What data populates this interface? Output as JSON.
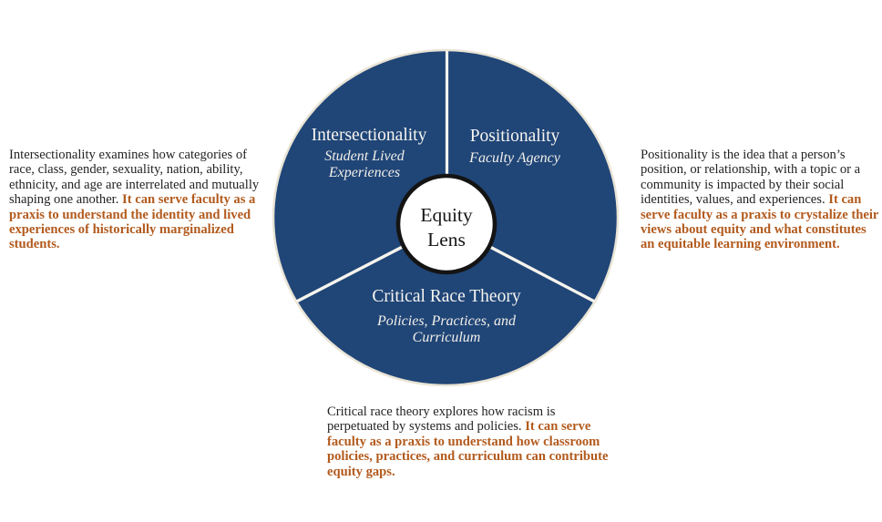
{
  "diagram": {
    "center": {
      "line1": "Equity",
      "line2": "Lens"
    },
    "segments": [
      {
        "id": "intersectionality",
        "title": "Intersectionality",
        "subtitle_lines": [
          "Student Lived",
          "Experiences"
        ]
      },
      {
        "id": "positionality",
        "title": "Positionality",
        "subtitle_lines": [
          "Faculty Agency"
        ]
      },
      {
        "id": "critical-race-theory",
        "title": "Critical Race Theory",
        "subtitle_lines": [
          "Policies, Practices, and",
          "Curriculum"
        ]
      }
    ],
    "colors": {
      "wedge_blue": "#204577",
      "divider": "#f6f4ed",
      "halo": "#e9e4d5",
      "hub_fill": "#ffffff",
      "hub_stroke": "#141414"
    }
  },
  "annotations": {
    "intersectionality": {
      "normal": "Intersectionality examines how categories of race, class, gender, sexuality, nation, ability, ethnicity, and age are interrelated and mutually shaping one another. ",
      "highlight": "It can serve faculty as a praxis to understand the identity and lived experiences of historically marginalized students."
    },
    "positionality": {
      "normal": "Positionality is the idea that a person’s position, or relationship, with a topic or a community is impacted by their social identities, values, and experiences. ",
      "highlight": "It can serve faculty as a praxis to crystalize their views about equity and what constitutes an equitable learning environment."
    },
    "critical_race_theory": {
      "normal": "Critical race theory explores how racism is perpetuated by systems and policies. ",
      "highlight": "It can serve faculty as a praxis to understand how classroom policies, practices, and curriculum can contribute equity gaps."
    }
  },
  "colors": {
    "body_text": "#232323",
    "highlight_text": "#b25a1d"
  }
}
